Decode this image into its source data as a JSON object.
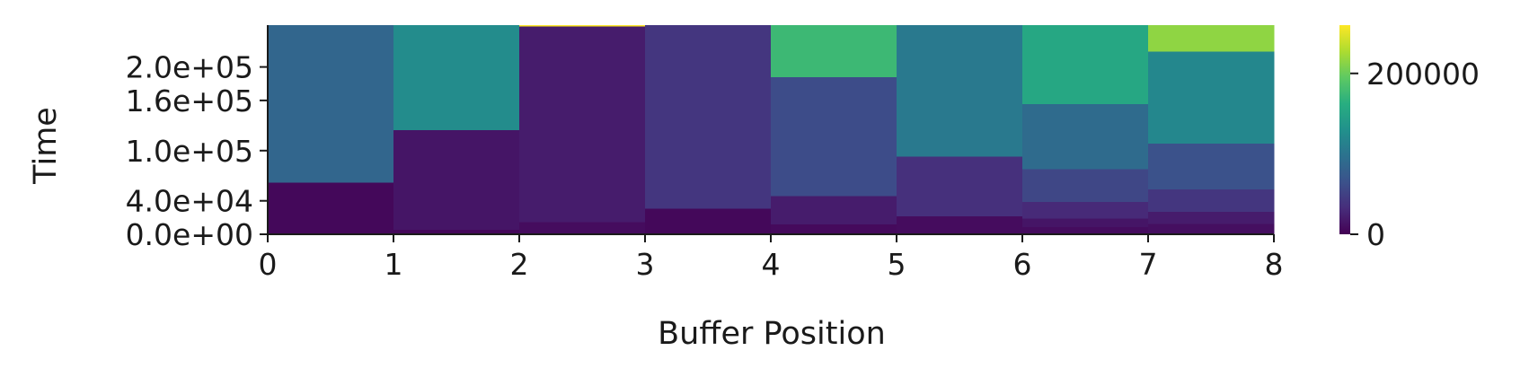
{
  "chart_data": {
    "type": "heatmap",
    "title": "",
    "xlabel": "Buffer Position",
    "ylabel": "Time",
    "xlim": [
      0,
      8
    ],
    "ylim": [
      0,
      250000
    ],
    "x_ticks": [
      0,
      1,
      2,
      3,
      4,
      5,
      6,
      7,
      8
    ],
    "x_tick_labels": [
      "0",
      "1",
      "2",
      "3",
      "4",
      "5",
      "6",
      "7",
      "8"
    ],
    "y_ticks": [
      0,
      40000,
      100000,
      160000,
      200000
    ],
    "y_tick_labels": [
      "0.0e+00",
      "4.0e+04",
      "1.0e+05",
      "1.6e+05",
      "2.0e+05"
    ],
    "colorbar": {
      "colormap": "viridis",
      "range": [
        0,
        260000
      ],
      "ticks": [
        0,
        200000
      ],
      "tick_labels": [
        "0",
        "200000"
      ]
    },
    "grid": false,
    "columns": [
      {
        "x": 0,
        "segments": [
          {
            "y0": 0,
            "y1": 62000,
            "value": 5000
          },
          {
            "y0": 62000,
            "y1": 250000,
            "value": 85000
          }
        ]
      },
      {
        "x": 1,
        "segments": [
          {
            "y0": 0,
            "y1": 6000,
            "value": 5000
          },
          {
            "y0": 6000,
            "y1": 125000,
            "value": 15000
          },
          {
            "y0": 125000,
            "y1": 250000,
            "value": 125000
          }
        ]
      },
      {
        "x": 2,
        "segments": [
          {
            "y0": 0,
            "y1": 15000,
            "value": 8000
          },
          {
            "y0": 15000,
            "y1": 249000,
            "value": 20000
          },
          {
            "y0": 249000,
            "y1": 250000,
            "value": 260000
          }
        ]
      },
      {
        "x": 3,
        "segments": [
          {
            "y0": 0,
            "y1": 31000,
            "value": 5000
          },
          {
            "y0": 31000,
            "y1": 250000,
            "value": 40000
          }
        ]
      },
      {
        "x": 4,
        "segments": [
          {
            "y0": 0,
            "y1": 12000,
            "value": 7000
          },
          {
            "y0": 12000,
            "y1": 46000,
            "value": 20000
          },
          {
            "y0": 46000,
            "y1": 188000,
            "value": 60000
          },
          {
            "y0": 188000,
            "y1": 250000,
            "value": 175000
          }
        ]
      },
      {
        "x": 5,
        "segments": [
          {
            "y0": 0,
            "y1": 22000,
            "value": 8000
          },
          {
            "y0": 22000,
            "y1": 93000,
            "value": 35000
          },
          {
            "y0": 93000,
            "y1": 250000,
            "value": 105000
          }
        ]
      },
      {
        "x": 6,
        "segments": [
          {
            "y0": 0,
            "y1": 9000,
            "value": 8000
          },
          {
            "y0": 9000,
            "y1": 19000,
            "value": 15000
          },
          {
            "y0": 19000,
            "y1": 39000,
            "value": 30000
          },
          {
            "y0": 39000,
            "y1": 78000,
            "value": 55000
          },
          {
            "y0": 78000,
            "y1": 156000,
            "value": 90000
          },
          {
            "y0": 156000,
            "y1": 250000,
            "value": 155000
          }
        ]
      },
      {
        "x": 7,
        "segments": [
          {
            "y0": 0,
            "y1": 13000,
            "value": 10000
          },
          {
            "y0": 13000,
            "y1": 27000,
            "value": 20000
          },
          {
            "y0": 27000,
            "y1": 54000,
            "value": 40000
          },
          {
            "y0": 54000,
            "y1": 109000,
            "value": 65000
          },
          {
            "y0": 109000,
            "y1": 219000,
            "value": 120000
          },
          {
            "y0": 219000,
            "y1": 250000,
            "value": 215000
          }
        ]
      }
    ]
  }
}
